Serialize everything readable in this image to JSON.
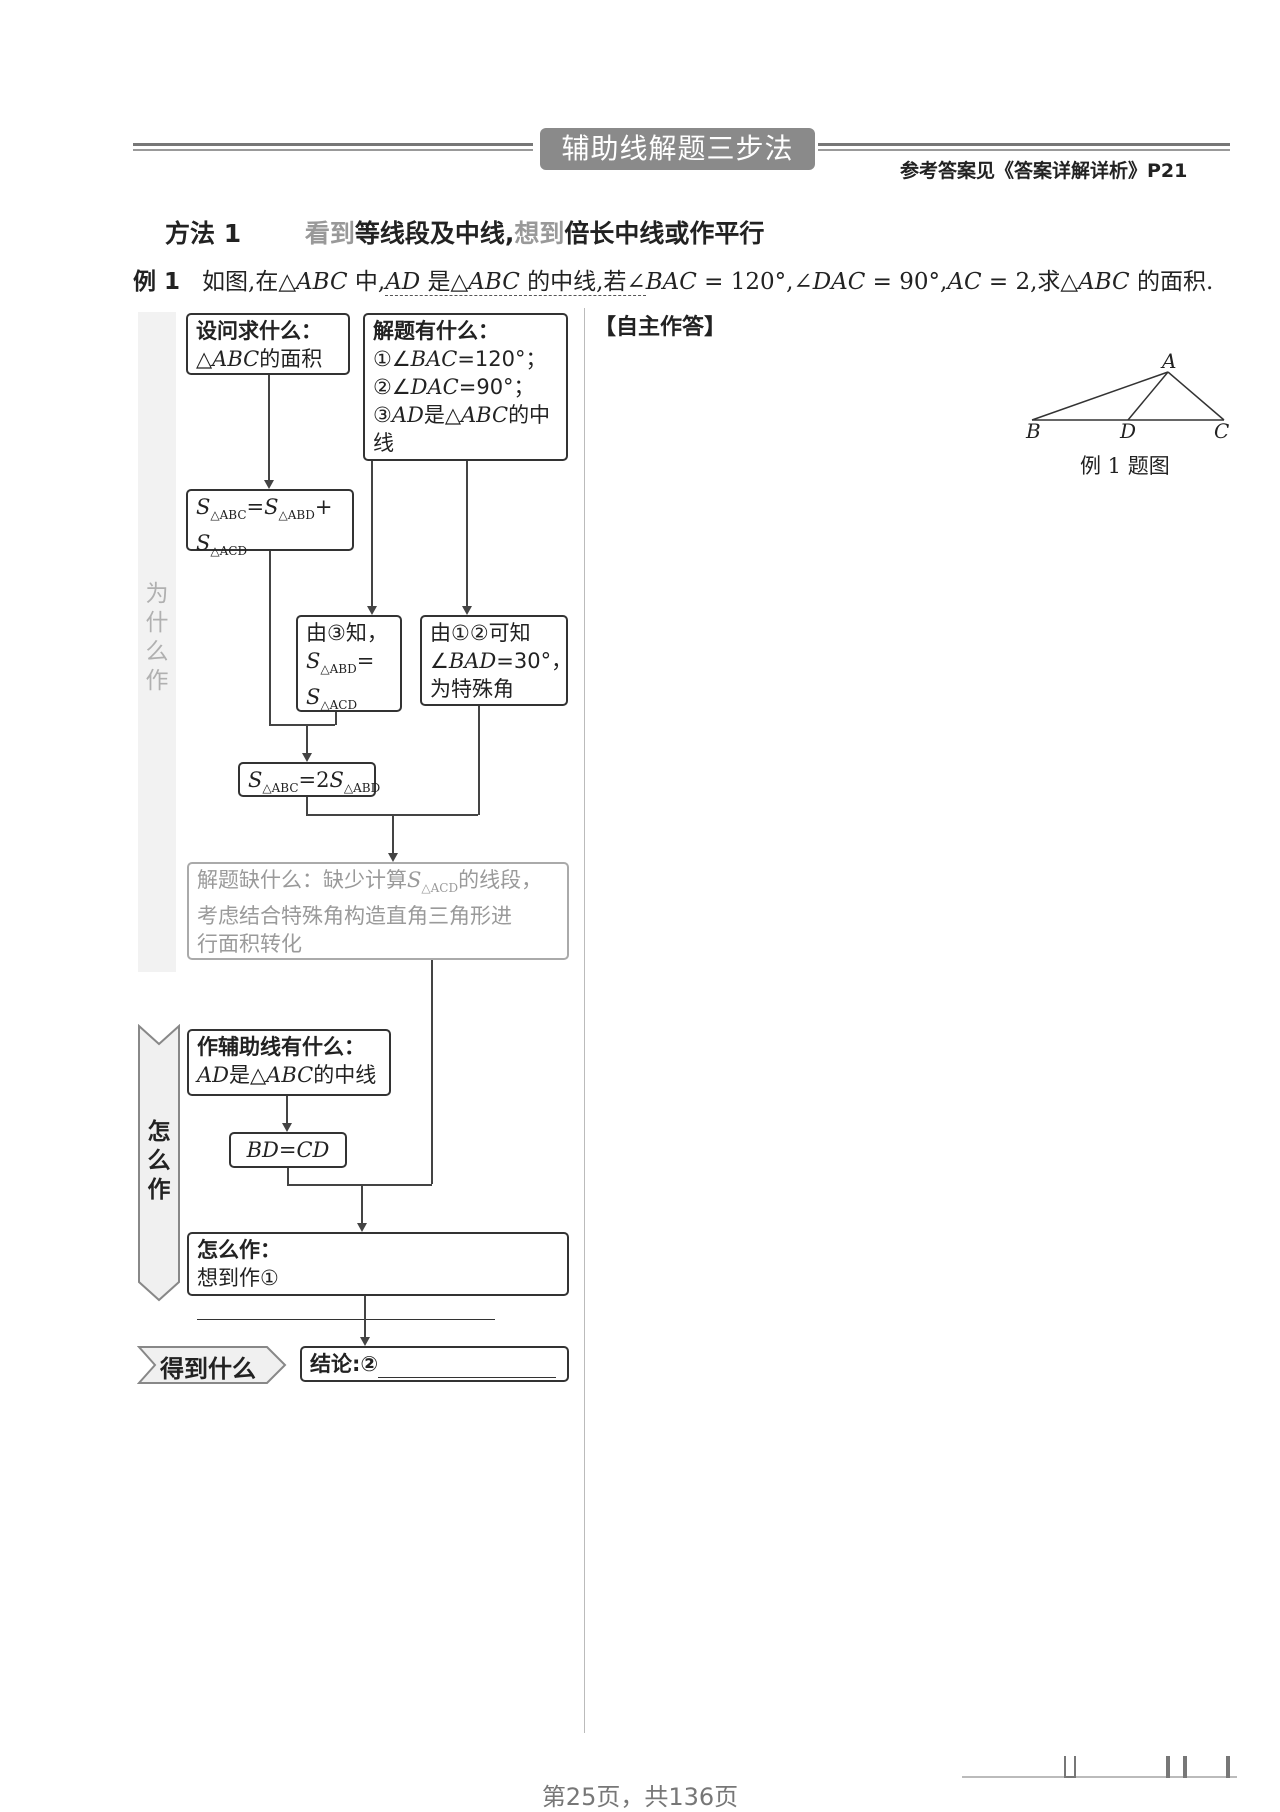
{
  "header": {
    "banner_title": "辅助线解题三步法",
    "answer_ref": "参考答案见《答案详解详析》P21"
  },
  "method": {
    "label": "方法 1",
    "see_gray": "看到",
    "see_text": "等线段及中线,",
    "think_gray": "想到",
    "think_text": "倍长中线或作平行"
  },
  "example": {
    "label": "例 1",
    "p1": "如图,在△",
    "abc": "ABC",
    "p2": " 中,",
    "ad": "AD",
    "p3": " 是△",
    "p4": " 的中线,若∠",
    "bac": "BAC",
    "p5": " = 120°,∠",
    "dac": "DAC",
    "p6": " = 90°,",
    "ac": "AC",
    "p7": " = 2,求△",
    "p8": " 的面积."
  },
  "flow": {
    "ask_title": "设问求什么：",
    "ask_tri": "△",
    "ask_abc": "ABC",
    "ask_rest": "的面积",
    "given_title": "解题有什么：",
    "given_1a": "①∠",
    "given_1b": "BAC",
    "given_1c": "=120°；",
    "given_2a": "②∠",
    "given_2b": "DAC",
    "given_2c": "=90°；",
    "given_3a": "③",
    "given_3b": "AD",
    "given_3c": "是△",
    "given_3d": "ABC",
    "given_3e": "的中",
    "given_3f": "线",
    "area_sum_s1": "S",
    "area_sum_sub1": "△ABC",
    "area_sum_eq": "=",
    "area_sum_s2": "S",
    "area_sum_sub2": "△ABD",
    "area_sum_plus": "+",
    "area_sum_s3": "S",
    "area_sum_sub3": "△ACD",
    "by3_title": "由③知，",
    "by3_s1": "S",
    "by3_sub1": "△ABD",
    "by3_eq": "=",
    "by3_s2": "S",
    "by3_sub2": "△ACD",
    "by12_title": "由①②可知",
    "by12_angle_a": "∠",
    "by12_angle_b": "BAD",
    "by12_angle_c": "=30°，",
    "by12_special": "为特殊角",
    "double_s1": "S",
    "double_sub1": "△ABC",
    "double_eq": "=2",
    "double_s2": "S",
    "double_sub2": "△ABD",
    "missing_a": "解题缺什么：缺少计算",
    "missing_s": "S",
    "missing_sub": "△ACD",
    "missing_b": "的线段，",
    "missing_line2": "考虑结合特殊角构造直角三角形进",
    "missing_line3": "行面积转化",
    "aux_title": "作辅助线有什么：",
    "aux_ad": "AD",
    "aux_rest": "是△",
    "aux_abc": "ABC",
    "aux_end": "的中线",
    "bdcd": "BD=CD",
    "how_title": "怎么作：",
    "how_text": "想到作①",
    "result_title": "结论:②"
  },
  "side_labels": {
    "why": [
      "为",
      "什",
      "么",
      "作"
    ],
    "how": [
      "怎",
      "么",
      "作"
    ],
    "get": "得到什么"
  },
  "answer_area": {
    "label": "【自主作答】"
  },
  "figure": {
    "A": "A",
    "B": "B",
    "C": "C",
    "D": "D",
    "caption": "例 1 题图"
  },
  "footer": {
    "page_text": "第25页，共136页"
  }
}
